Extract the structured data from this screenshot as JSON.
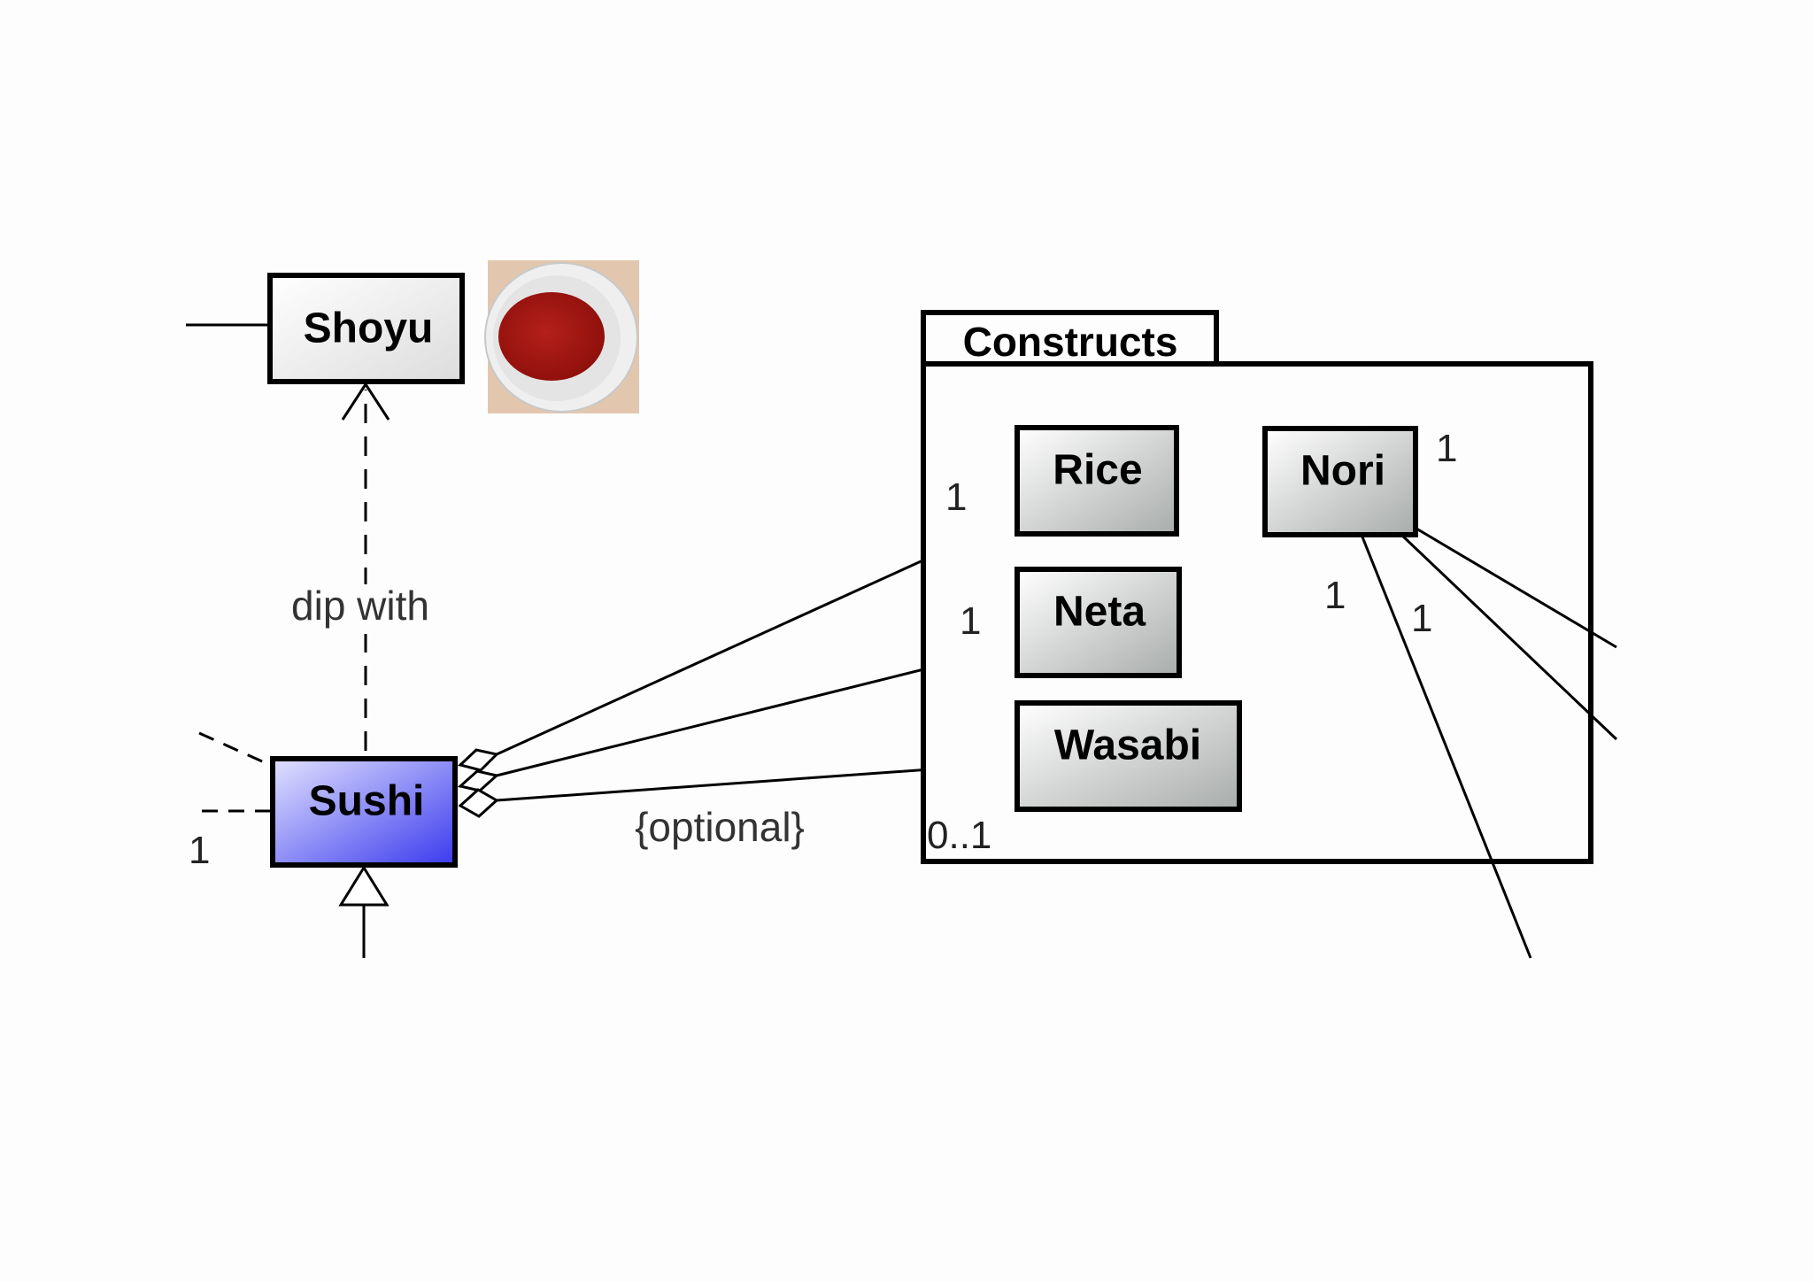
{
  "classes": {
    "shoyu": "Shoyu",
    "sushi": "Sushi",
    "rice": "Rice",
    "neta": "Neta",
    "wasabi": "Wasabi",
    "nori": "Nori"
  },
  "package": {
    "name": "Constructs"
  },
  "relations": {
    "dependency_label": "dip with",
    "wasabi_constraint": "{optional}"
  },
  "multiplicities": {
    "rice": "1",
    "neta": "1",
    "wasabi": "0..1",
    "nori_top": "1",
    "nori_left": "1",
    "nori_right": "1",
    "left_edge": "1"
  },
  "colors": {
    "sushi_fill_start": "#e2e2ff",
    "sushi_fill_end": "#3a3aee",
    "class_fill_start": "#ffffff",
    "class_fill_end": "#a8acaa",
    "sauce": "#a01510",
    "plate": "#efefef"
  },
  "icons": {
    "shoyu_photo": "soy-sauce-dish-photo"
  }
}
